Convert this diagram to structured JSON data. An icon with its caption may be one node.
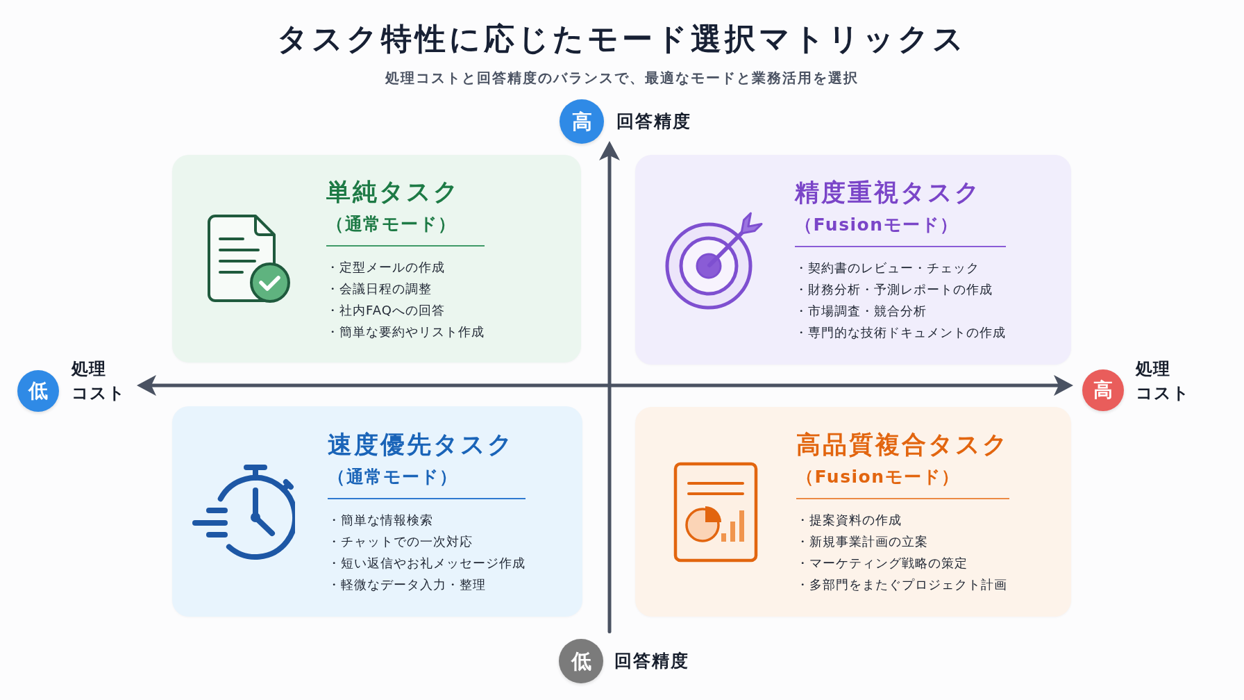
{
  "diagram": {
    "title": "タスク特性に応じたモード選択マトリックス",
    "nodes": [
      {
        "text": [
          "高"
        ],
        "beside": [
          "回答精度"
        ]
      },
      {
        "text": [
          "単純タスク",
          "（通常モード）",
          "・定型メールの作成",
          "・会議日程の調整",
          "・社内FAQへの回答",
          "・簡単な要約やリスト作成"
        ]
      },
      {
        "text": [
          "精度重視タスク",
          "（Fusionモード）",
          "・契約書のレビュー・チェック",
          "・財務分析・予測レポートの作成",
          "・市場調査・競合分析",
          "・専門的な技術ドキュメントの作成"
        ]
      },
      {
        "text": [
          "低"
        ],
        "beside": [
          "処理コスト"
        ]
      },
      {
        "text": [
          "高"
        ],
        "beside": [
          "処理コスト"
        ]
      },
      {
        "text": [
          "速度優先タスク",
          "（通常モード）",
          "・簡単な情報検索",
          "・チャットでの一次対応",
          "・短い返信やお礼メッセージ作成",
          "・軽微なデータ入力・整理"
        ]
      },
      {
        "text": [
          "高品質複合タスク",
          "（Fusionモード）",
          "・提案資料の作成",
          "・新規事業計画の立案",
          "・マーケティング戦略の策定",
          "・多部門をまたぐプロジェクト計画"
        ]
      },
      {
        "text": [
          "低"
        ],
        "beside": [
          "回答精度"
        ]
      }
    ],
    "labels": [
      "処理コストと回答精度のバランスで、最適なモードと業務活用を選択"
    ]
  }
}
